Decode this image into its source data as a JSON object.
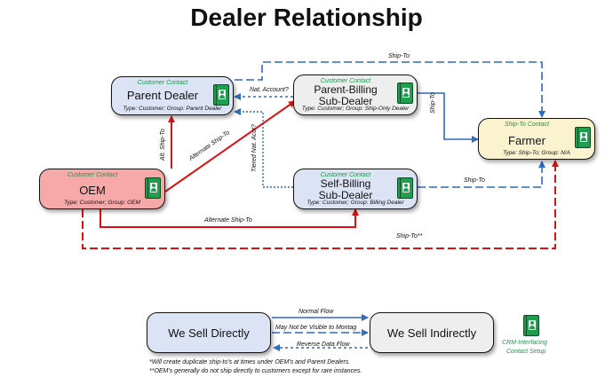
{
  "title": "Dealer Relationship",
  "nodes": {
    "parent_dealer": {
      "tag": "Customer Contact",
      "name": "Parent Dealer",
      "type": "Type: Customer; Group: Parent Dealer"
    },
    "parent_billing": {
      "tag": "Customer Contact",
      "name_line1": "Parent-Billing",
      "name_line2": "Sub-Dealer",
      "type": "Type: Customer; Group: Ship-Only Dealer"
    },
    "farmer": {
      "tag": "Ship-To Contact",
      "name": "Farmer",
      "type": "Type: Ship-To; Group: N/A"
    },
    "oem": {
      "tag": "Customer Contact",
      "name": "OEM",
      "type": "Type: Customer; Group: OEM"
    },
    "self_billing": {
      "tag": "Customer Contact",
      "name_line1": "Self-Billing",
      "name_line2": "Sub-Dealer",
      "type": "Type: Customer; Group: Billing Dealer"
    }
  },
  "edge_labels": {
    "ship_to_top": "Ship-To",
    "nat_account": "Nat. Account?",
    "ship_to_pb": "Ship-To",
    "alt_ship_to_vert": "Alt. Ship-To",
    "alternate_ship_to_diag": "Alternate Ship-To",
    "tiered_nat_acct": "Tiered Nat. Acct?",
    "ship_to_sb": "Ship-To",
    "alternate_ship_to_bottom": "Alternate Ship-To",
    "ship_to_oem": "Ship-To**"
  },
  "legend": {
    "direct": "We Sell Directly",
    "indirect": "We Sell Indirectly",
    "normal_flow": "Normal Flow",
    "not_visible": "May Not be Visible to Montag",
    "reverse_flow": "Reverse Data Flow",
    "crm_label_line1": "CRM-Interfacing",
    "crm_label_line2": "Contact Setup"
  },
  "notes": {
    "note1": "*Will create duplicate ship-to's at times under OEM's and Parent Dealers.",
    "note2": "**OEM's generally do not ship directly to customers except for rare instances."
  },
  "colors": {
    "blue_line": "#2f6bbf",
    "red_line": "#e01010",
    "green": "#1a9a4a",
    "direct_fill": "#dce3f5",
    "indirect_fill": "#eeeeee",
    "oem_fill": "#f7a9a9",
    "farmer_fill": "#fbf3cf"
  }
}
